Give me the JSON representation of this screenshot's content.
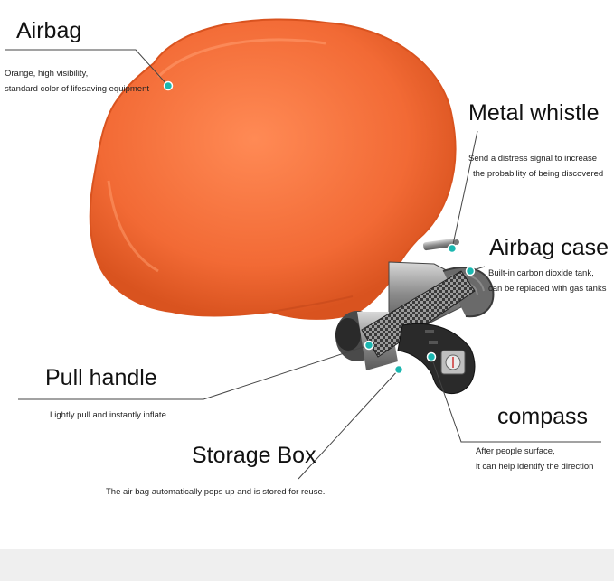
{
  "colors": {
    "airbag": "#f26a35",
    "airbag_shadow": "#d9531f",
    "marker": "#1bb7b0",
    "leader": "#444444",
    "metal": "#9a9a9a",
    "strap": "#2a2a2a"
  },
  "labels": {
    "airbag": {
      "title": "Airbag",
      "lines": [
        "Orange, high visibility,",
        "standard color of lifesaving equipment"
      ]
    },
    "metal_whistle": {
      "title": "Metal whistle",
      "lines": [
        "Send a distress signal to increase",
        "the probability of being discovered"
      ]
    },
    "airbag_case": {
      "title": "Airbag case",
      "lines": [
        "Built-in carbon dioxide tank,",
        "can be replaced with gas tanks"
      ]
    },
    "pull_handle": {
      "title": "Pull handle",
      "lines": [
        "Lightly pull and instantly inflate"
      ]
    },
    "compass": {
      "title": "compass",
      "lines": [
        "After people surface,",
        "it can help identify the direction"
      ]
    },
    "storage_box": {
      "title": "Storage Box",
      "lines": [
        "The air bag automatically pops up and is stored for reuse."
      ]
    }
  }
}
